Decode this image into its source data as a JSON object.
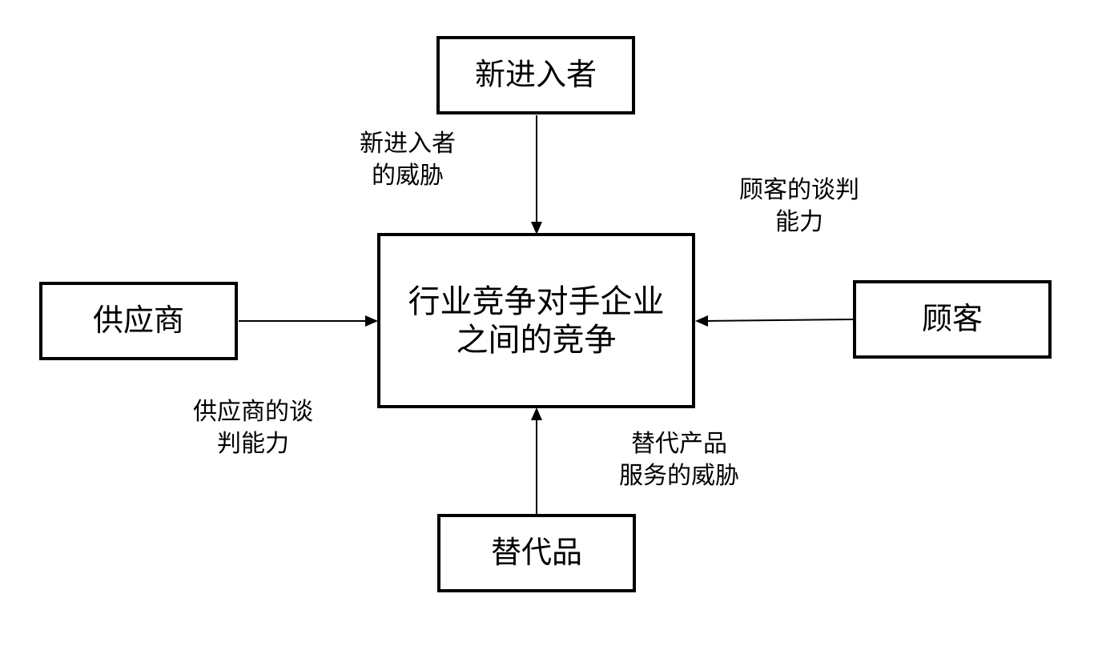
{
  "diagram": {
    "center": {
      "lines": [
        "行业竞争对手企业",
        "之间的竞争"
      ]
    },
    "nodes": {
      "top": {
        "label": "新进入者"
      },
      "left": {
        "label": "供应商"
      },
      "right": {
        "label": "顾客"
      },
      "bottom": {
        "label": "替代品"
      }
    },
    "edges": {
      "top": {
        "lines": [
          "新进入者",
          "的威胁"
        ]
      },
      "left": {
        "lines": [
          "供应商的谈",
          "判能力"
        ]
      },
      "right": {
        "lines": [
          "顾客的谈判",
          "能力"
        ]
      },
      "bottom": {
        "lines": [
          "替代产品",
          "服务的威胁"
        ]
      }
    }
  }
}
